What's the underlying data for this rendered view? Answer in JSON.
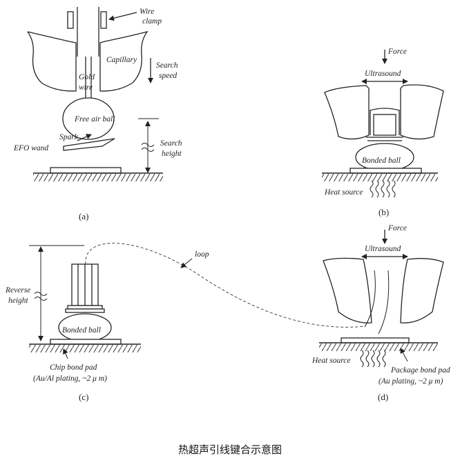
{
  "caption": "热超声引线键合示意图",
  "panel_a": {
    "label": "(a)",
    "wire_clamp_line1": "Wire",
    "wire_clamp_line2": "clamp",
    "capillary": "Capillary",
    "search_speed_line1": "Search",
    "search_speed_line2": "speed",
    "gold_wire_line1": "Gold",
    "gold_wire_line2": "wire",
    "free_air_ball": "Free air ball",
    "spark": "Spark",
    "efo_wand": "EFO wand",
    "search_height_line1": "Search",
    "search_height_line2": "height"
  },
  "panel_b": {
    "label": "(b)",
    "force": "Force",
    "ultrasound": "Ultrasound",
    "bonded_ball": "Bonded ball",
    "heat_source": "Heat source"
  },
  "panel_c": {
    "label": "(c)",
    "reverse_height_line1": "Reverse",
    "reverse_height_line2": "height",
    "bonded_ball": "Bonded ball",
    "chip_bond_pad_line1": "Chip bond pad",
    "chip_bond_pad_line2": "(Au/Al plating, ~2 μ m)",
    "loop": "loop"
  },
  "panel_d": {
    "label": "(d)",
    "force": "Force",
    "ultrasound": "Ultrasound",
    "heat_source": "Heat source",
    "package_bond_pad_line1": "Package bond pad",
    "package_bond_pad_line2": "(Au plating, ~2 μ m)"
  }
}
